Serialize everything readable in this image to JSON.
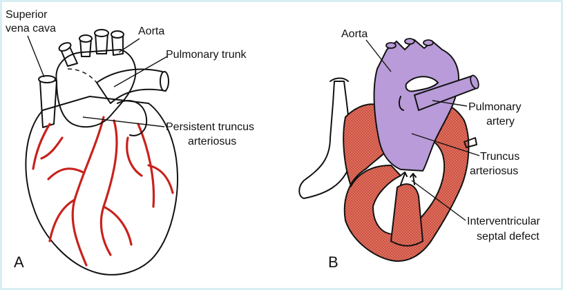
{
  "panel_a": {
    "letter": "A",
    "labels": {
      "superior_vena_cava_line1": "Superior",
      "superior_vena_cava_line2": "vena cava",
      "aorta": "Aorta",
      "pulmonary_trunk": "Pulmonary trunk",
      "persistent_truncus_line1": "Persistent truncus",
      "persistent_truncus_line2": "arteriosus"
    }
  },
  "panel_b": {
    "letter": "B",
    "labels": {
      "aorta": "Aorta",
      "pulmonary_artery_line1": "Pulmonary",
      "pulmonary_artery_line2": "artery",
      "truncus_line1": "Truncus",
      "truncus_line2": "arteriosus",
      "septal_defect_line1": "Interventricular",
      "septal_defect_line2": "septal defect"
    }
  },
  "colors": {
    "frame": "#d9eef3",
    "coronary": "#c8221c",
    "myocardium": "#cf5140",
    "truncus": "#b89bd8"
  }
}
